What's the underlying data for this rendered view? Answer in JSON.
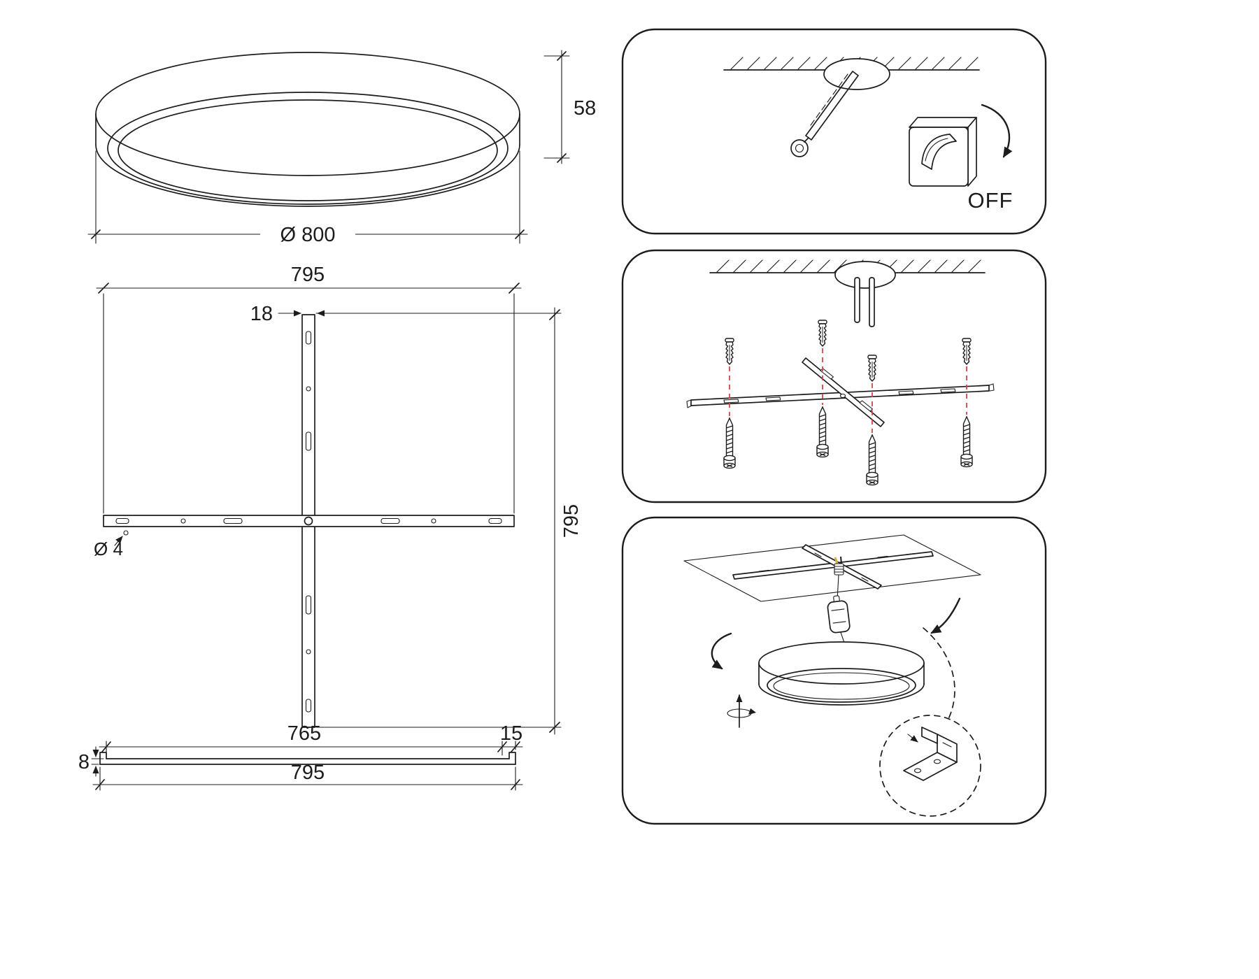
{
  "page": {
    "background": "#ffffff",
    "line_color": "#1c1c1c",
    "accent_red": "#d84545",
    "connector_yellow": "#d4b23f"
  },
  "lamp_view": {
    "height": "58",
    "diameter": "Ø 800"
  },
  "bracket_plan": {
    "length": "795",
    "bar_width": "18",
    "height": "795",
    "hole_diameter": "Ø 4"
  },
  "bracket_profile": {
    "inner_length": "765",
    "end_tab": "15",
    "thickness": "8",
    "total_length": "795"
  },
  "steps": [
    {
      "id": 1,
      "caption": "OFF"
    },
    {
      "id": 2
    },
    {
      "id": 3
    }
  ]
}
